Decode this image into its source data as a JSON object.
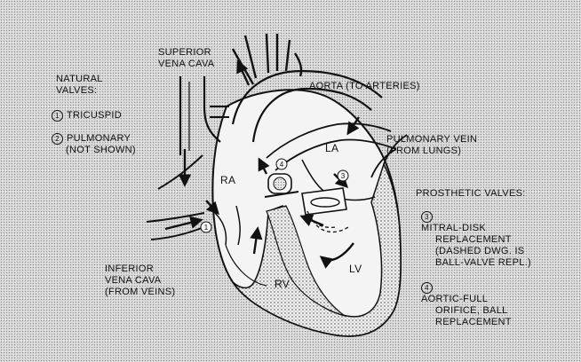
{
  "natural_valves": {
    "heading_line1": "NATURAL",
    "heading_line2": "VALVES:",
    "item1_number": "1",
    "item1_label": "TRICUSPID",
    "item2_number": "2",
    "item2_label": "PULMONARY",
    "item2_note": "(NOT SHOWN)"
  },
  "vessels": {
    "superior_line1": "SUPERIOR",
    "superior_line2": "VENA CAVA",
    "aorta": "AORTA (TO ARTERIES)",
    "pulmonary_vein_line1": "PULMONARY VEIN",
    "pulmonary_vein_line2": "(FROM LUNGS)",
    "inferior_line1": "INFERIOR",
    "inferior_line2": "VENA CAVA",
    "inferior_line3": "(FROM VEINS)"
  },
  "chambers": {
    "ra": "RA",
    "la": "LA",
    "rv": "RV",
    "lv": "LV"
  },
  "prosthetic_valves": {
    "heading": "PROSTHETIC VALVES:",
    "item3_number": "3",
    "item3_line1": "MITRAL-DISK",
    "item3_line2": "REPLACEMENT",
    "item3_line3": "(DASHED DWG. IS",
    "item3_line4": "BALL-VALVE REPL.)",
    "item4_number": "4",
    "item4_line1": "AORTIC-FULL",
    "item4_line2": "ORIFICE, BALL",
    "item4_line3": "REPLACEMENT"
  },
  "diagram_markers": {
    "marker_tricuspid": "1",
    "marker_mitral": "3",
    "marker_aortic": "4"
  }
}
